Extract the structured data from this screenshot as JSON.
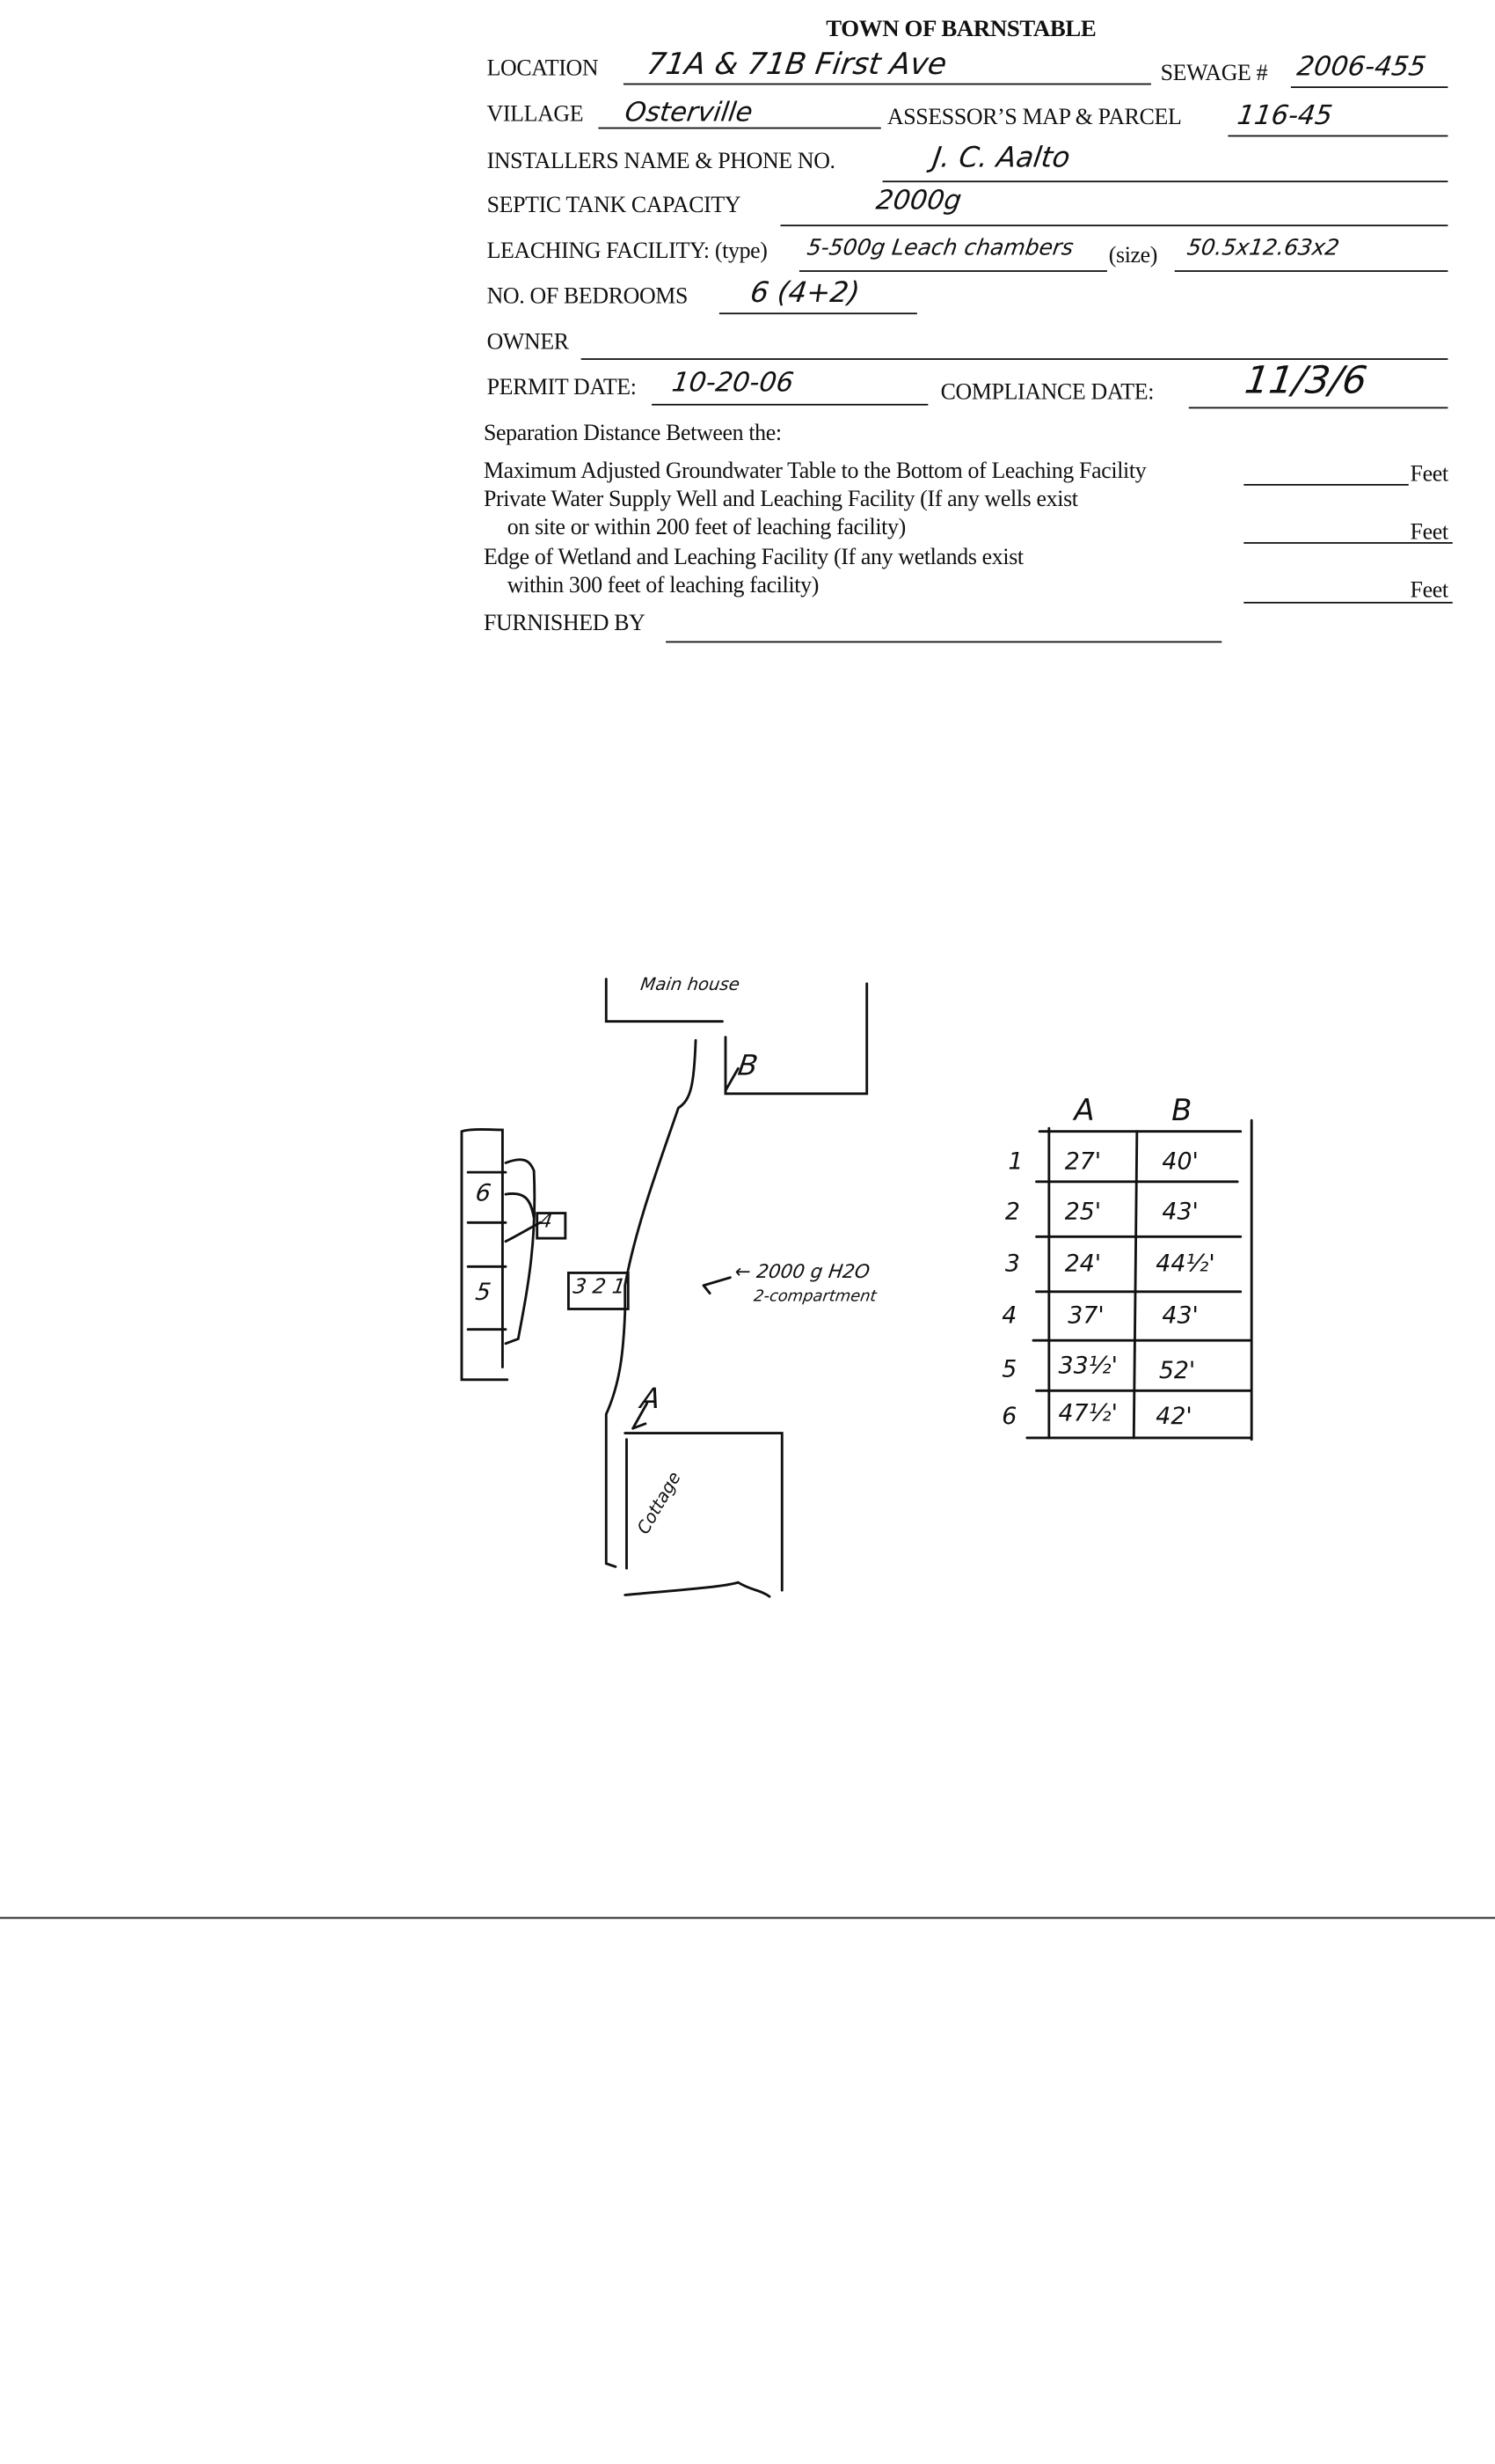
{
  "title": "TOWN OF BARNSTABLE",
  "fields": {
    "location": {
      "label": "LOCATION",
      "value": "71A & 71B First Ave"
    },
    "sewage": {
      "label": "SEWAGE #",
      "value": "2006-455"
    },
    "village": {
      "label": "VILLAGE",
      "value": "Osterville"
    },
    "map_parcel": {
      "label": "ASSESSOR’S MAP & PARCEL",
      "value": "116-45"
    },
    "installer": {
      "label": "INSTALLERS NAME & PHONE NO.",
      "value": "J. C. Aalto"
    },
    "tank": {
      "label": "SEPTIC TANK CAPACITY",
      "value": "2000g"
    },
    "leach_type": {
      "label": "LEACHING FACILITY: (type)",
      "value": "5-500g Leach chambers"
    },
    "leach_size": {
      "label": "(size)",
      "value": "50.5x12.63x2"
    },
    "bedrooms": {
      "label": "NO. OF BEDROOMS",
      "value": "6 (4+2)"
    },
    "owner": {
      "label": "OWNER",
      "value": ""
    },
    "permit_date": {
      "label": "PERMIT DATE:",
      "value": "10-20-06"
    },
    "compliance_date": {
      "label": "COMPLIANCE DATE:",
      "value": "11/3/6"
    }
  },
  "separation": {
    "heading": "Separation Distance Between the:",
    "lines": [
      "Maximum Adjusted Groundwater Table to the Bottom of Leaching Facility",
      "Private Water Supply Well and Leaching Facility (If any wells exist",
      "on site or within 200 feet of leaching facility)",
      "Edge of Wetland and Leaching Facility (If any wetlands exist",
      "within 300 feet of leaching facility)"
    ],
    "unit": "Feet"
  },
  "furnished_by": "FURNISHED BY",
  "sketch": {
    "main_house": "Main house",
    "cottage": "Cottage",
    "point_a": "A",
    "point_b": "B",
    "tank_note": "← 2000 g H2O",
    "tank_note2": "2-compartment",
    "tank_box": "3 2 1",
    "chamber_6": "6",
    "chamber_5": "5",
    "chamber_4": "4"
  },
  "ties_table": {
    "headers": [
      "A",
      "B"
    ],
    "rows": [
      {
        "n": "1",
        "a": "27'",
        "b": "40'"
      },
      {
        "n": "2",
        "a": "25'",
        "b": "43'"
      },
      {
        "n": "3",
        "a": "24'",
        "b": "44½'"
      },
      {
        "n": "4",
        "a": "37'",
        "b": "43'"
      },
      {
        "n": "5",
        "a": "33½'",
        "b": "52'"
      },
      {
        "n": "6",
        "a": "47½'",
        "b": "42'"
      }
    ]
  }
}
